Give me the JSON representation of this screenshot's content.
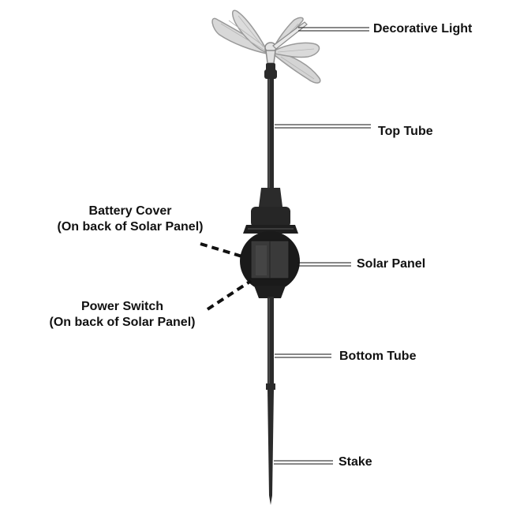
{
  "labels": {
    "decorative_light": "Decorative Light",
    "top_tube": "Top Tube",
    "battery_cover_line1": "Battery Cover",
    "battery_cover_line2": "(On back of Solar Panel)",
    "solar_panel": "Solar Panel",
    "power_switch_line1": "Power Switch",
    "power_switch_line2": "(On back of Solar Panel)",
    "bottom_tube": "Bottom Tube",
    "stake": "Stake"
  },
  "colors": {
    "ink": "#111111",
    "body": "#2b2b2b",
    "panel": "#1a1a1a",
    "wing_fill": "#d8d8d8",
    "wing_stroke": "#9a9a9a"
  }
}
